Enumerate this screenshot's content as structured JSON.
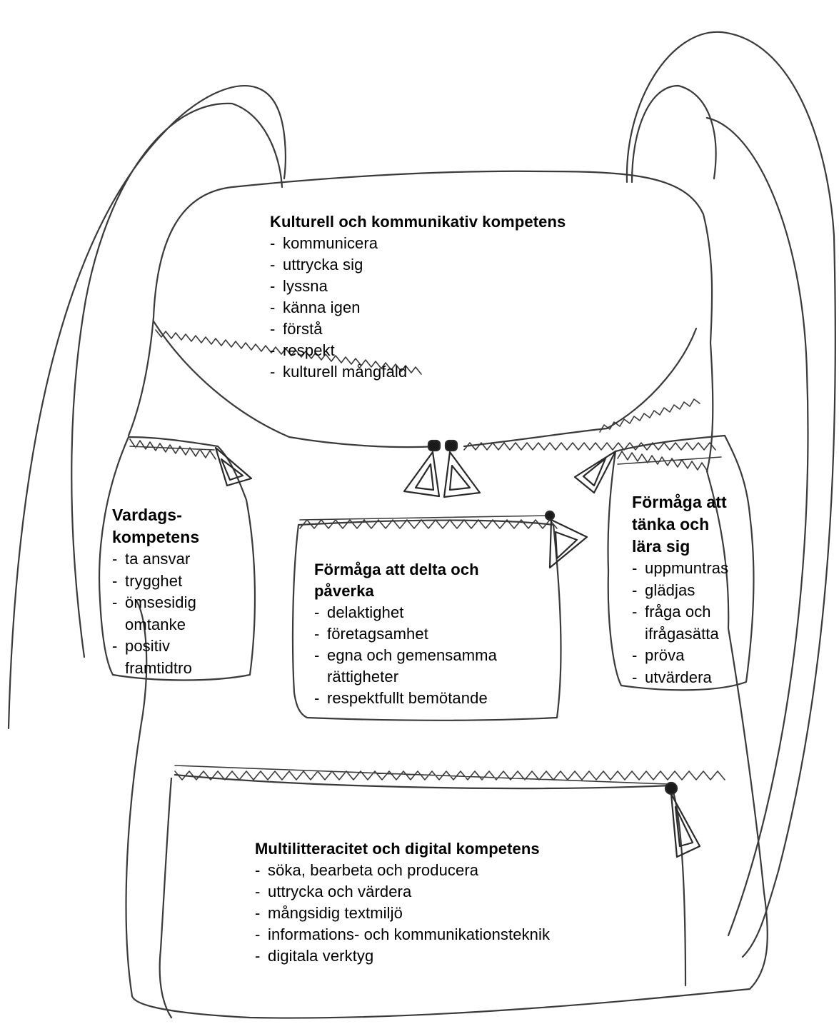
{
  "colors": {
    "sketch_stroke": "#3a3a3a",
    "zipper_pull": "#1a1a1a",
    "background": "#ffffff",
    "text": "#000000"
  },
  "pockets": {
    "top": {
      "heading": "Kulturell och kommunikativ kompetens",
      "items": [
        "kommunicera",
        "uttrycka sig",
        "lyssna",
        "känna igen",
        "förstå",
        "respekt",
        "kulturell mångfald"
      ]
    },
    "left": {
      "heading_lines": [
        "Vardags-",
        "kompetens"
      ],
      "items": [
        "ta ansvar",
        "trygghet",
        "ömsesidig omtanke",
        "positiv framtidtro"
      ]
    },
    "middle": {
      "heading_lines": [
        "Förmåga att delta och",
        "påverka"
      ],
      "items": [
        "delaktighet",
        "företagsamhet",
        "egna och gemensamma rättigheter",
        "respektfullt bemötande"
      ]
    },
    "right": {
      "heading_lines": [
        "Förmåga att",
        "tänka och",
        "lära sig"
      ],
      "items": [
        "uppmuntras",
        "glädjas",
        "fråga och ifrågasätta",
        "pröva",
        "utvärdera"
      ]
    },
    "bottom": {
      "heading": "Multilitteracitet och digital kompetens",
      "items": [
        "söka, bearbeta och producera",
        "uttrycka och värdera",
        "mångsidig textmiljö",
        "informations- och kommunikationsteknik",
        "digitala verktyg"
      ]
    }
  }
}
